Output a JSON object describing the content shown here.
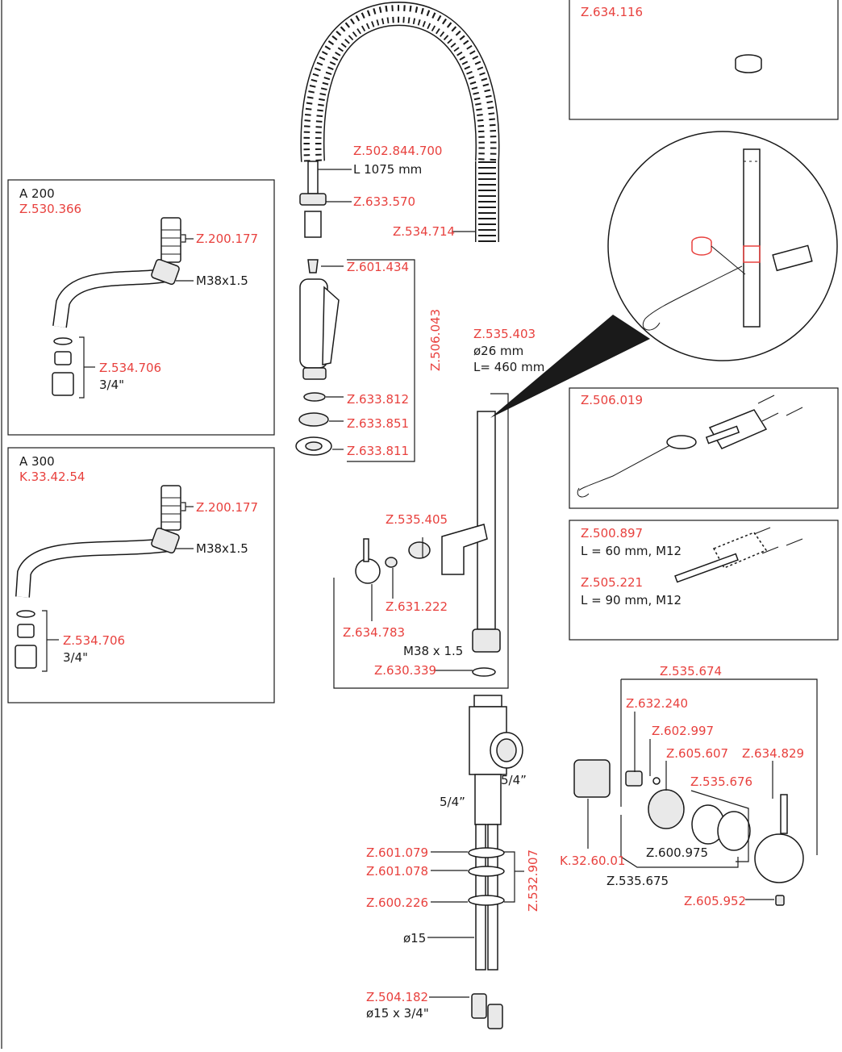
{
  "labels": {
    "z634116": "Z.634.116",
    "z502844700": "Z.502.844.700",
    "l1075": "L 1075 mm",
    "z633570": "Z.633.570",
    "z534714": "Z.534.714",
    "a200": "A 200",
    "z530366": "Z.530.366",
    "z200177a": "Z.200.177",
    "m38a": "M38x1.5",
    "z534706a": "Z.534.706",
    "dim34a": "3/4\"",
    "z601434": "Z.601.434",
    "z506043": "Z.506.043",
    "z633812": "Z.633.812",
    "z633851": "Z.633.851",
    "z633811": "Z.633.811",
    "z535403": "Z.535.403",
    "d26": "ø26 mm",
    "l460": "L= 460 mm",
    "z506019": "Z.506.019",
    "a300": "A 300",
    "k334254": "K.33.42.54",
    "z200177b": "Z.200.177",
    "m38b": "M38x1.5",
    "z534706b": "Z.534.706",
    "dim34b": "3/4\"",
    "z535405": "Z.535.405",
    "z631222": "Z.631.222",
    "z634783": "Z.634.783",
    "m38c": "M38 x 1.5",
    "z630339": "Z.630.339",
    "z500897": "Z.500.897",
    "l60": "L = 60 mm, M12",
    "z505221": "Z.505.221",
    "l90": "L = 90 mm, M12",
    "z535674": "Z.535.674",
    "z632240": "Z.632.240",
    "z602997": "Z.602.997",
    "z605607": "Z.605.607",
    "z634829": "Z.634.829",
    "z535676": "Z.535.676",
    "k326001": "K.32.60.01",
    "z600975": "Z.600.975",
    "z535675": "Z.535.675",
    "z605952": "Z.605.952",
    "d54a": "5/4”",
    "d54b": "5/4”",
    "z601079": "Z.601.079",
    "z601078": "Z.601.078",
    "z600226": "Z.600.226",
    "z532907": "Z.532.907",
    "d15": "ø15",
    "z504182": "Z.504.182",
    "d15x34": "ø15 x 3/4\""
  },
  "colors": {
    "part_number": "#e8413e",
    "text": "#1a1a1a"
  }
}
